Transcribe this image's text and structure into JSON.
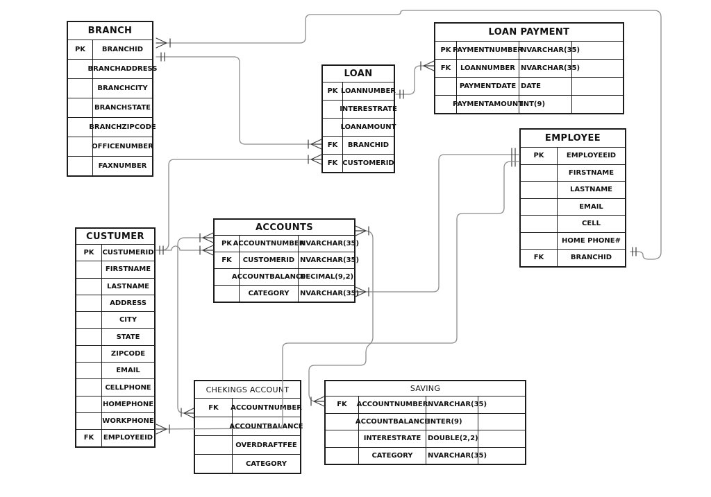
{
  "diagram": {
    "kind": "entity-relationship-diagram",
    "background": "#ffffff",
    "line_color": "#8c8c8c",
    "border_color": "#1b1b1b",
    "text_color": "#111111"
  },
  "tables": {
    "branch": {
      "title": "BRANCH",
      "rows": [
        {
          "key": "PK",
          "name": "BRANCHID"
        },
        {
          "key": "",
          "name": "BRANCHADDRESS"
        },
        {
          "key": "",
          "name": "BRANCHCITY"
        },
        {
          "key": "",
          "name": "BRANCHSTATE"
        },
        {
          "key": "",
          "name": "BRANCHZIPCODE"
        },
        {
          "key": "",
          "name": "OFFICENUMBER"
        },
        {
          "key": "",
          "name": "FAXNUMBER"
        }
      ]
    },
    "loan_payment": {
      "title": "LOAN PAYMENT",
      "rows": [
        {
          "key": "PK",
          "name": "PAYMENTNUMBER",
          "type": "NVARCHAR(35)"
        },
        {
          "key": "FK",
          "name": "LOANNUMBER",
          "type": "NVARCHAR(35)"
        },
        {
          "key": "",
          "name": "PAYMENTDATE",
          "type": "DATE"
        },
        {
          "key": "",
          "name": "PAYMENTAMOUNT",
          "type": "INT(9)"
        }
      ]
    },
    "loan": {
      "title": "LOAN",
      "rows": [
        {
          "key": "PK",
          "name": "LOANNUMBER"
        },
        {
          "key": "",
          "name": "INTERESTRATE"
        },
        {
          "key": "",
          "name": "LOANAMOUNT"
        },
        {
          "key": "FK",
          "name": "BRANCHID"
        },
        {
          "key": "FK",
          "name": "CUSTOMERID"
        }
      ]
    },
    "employee": {
      "title": "EMPLOYEE",
      "rows": [
        {
          "key": "PK",
          "name": "EMPLOYEEID"
        },
        {
          "key": "",
          "name": "FIRSTNAME"
        },
        {
          "key": "",
          "name": "LASTNAME"
        },
        {
          "key": "",
          "name": "EMAIL"
        },
        {
          "key": "",
          "name": "CELL"
        },
        {
          "key": "",
          "name": "HOME PHONE#"
        },
        {
          "key": "FK",
          "name": "BRANCHID"
        }
      ]
    },
    "custumer": {
      "title": "CUSTUMER",
      "rows": [
        {
          "key": "PK",
          "name": "CUSTUMERID"
        },
        {
          "key": "",
          "name": "FIRSTNAME"
        },
        {
          "key": "",
          "name": "LASTNAME"
        },
        {
          "key": "",
          "name": "ADDRESS"
        },
        {
          "key": "",
          "name": "CITY"
        },
        {
          "key": "",
          "name": "STATE"
        },
        {
          "key": "",
          "name": "ZIPCODE"
        },
        {
          "key": "",
          "name": "EMAIL"
        },
        {
          "key": "",
          "name": "CELLPHONE"
        },
        {
          "key": "",
          "name": "HOMEPHONE"
        },
        {
          "key": "",
          "name": "WORKPHONE"
        },
        {
          "key": "FK",
          "name": "EMPLOYEEID"
        }
      ]
    },
    "accounts": {
      "title": "ACCOUNTS",
      "rows": [
        {
          "key": "PK",
          "name": "ACCOUNTNUMBER",
          "type": "NVARCHAR(35)"
        },
        {
          "key": "FK",
          "name": "CUSTOMERID",
          "type": "NVARCHAR(35)"
        },
        {
          "key": "",
          "name": "ACCOUNTBALANCE",
          "type": "DECIMAL(9,2)"
        },
        {
          "key": "",
          "name": "CATEGORY",
          "type": "NVARCHAR(35)"
        }
      ]
    },
    "chekings_account": {
      "title": "CHEKINGS ACCOUNT",
      "rows": [
        {
          "key": "FK",
          "name": "ACCOUNTNUMBER"
        },
        {
          "key": "",
          "name": "ACCOUNTBALANCE"
        },
        {
          "key": "",
          "name": "OVERDRAFTFEE"
        },
        {
          "key": "",
          "name": "CATEGORY"
        }
      ]
    },
    "saving": {
      "title": "SAVING",
      "rows": [
        {
          "key": "FK",
          "name": "ACCOUNTNUMBER",
          "type": "NVARCHAR(35)"
        },
        {
          "key": "",
          "name": "ACCOUNTBALANCE",
          "type": "INTER(9)"
        },
        {
          "key": "",
          "name": "INTERESTRATE",
          "type": "DOUBLE(2,2)"
        },
        {
          "key": "",
          "name": "CATEGORY",
          "type": "NVARCHAR(35)"
        }
      ]
    }
  },
  "connections": [
    {
      "from": "BRANCH.BRANCHID",
      "to": "EMPLOYEE.BRANCHID",
      "from_end": "many",
      "to_end": "one"
    },
    {
      "from": "BRANCH.BRANCHID",
      "to": "LOAN.BRANCHID",
      "from_end": "one",
      "to_end": "many"
    },
    {
      "from": "LOAN.LOANNUMBER",
      "to": "LOAN PAYMENT.LOANNUMBER",
      "from_end": "one",
      "to_end": "many"
    },
    {
      "from": "CUSTUMER.CUSTUMERID",
      "to": "LOAN.CUSTOMERID",
      "from_end": "one",
      "to_end": "many"
    },
    {
      "from": "CUSTUMER.CUSTUMERID",
      "to": "ACCOUNTS.CUSTOMERID",
      "from_end": "one",
      "to_end": "many"
    },
    {
      "from": "ACCOUNTS.ACCOUNTNUMBER",
      "to": "CHEKINGS ACCOUNT.ACCOUNTNUMBER",
      "from_end": "many",
      "to_end": "many"
    },
    {
      "from": "ACCOUNTS.ACCOUNTNUMBER",
      "to": "SAVING.ACCOUNTNUMBER",
      "from_end": "many",
      "to_end": "many"
    },
    {
      "from": "ACCOUNTS.CATEGORY",
      "to": "EMPLOYEE.EMPLOYEEID",
      "from_end": "many",
      "to_end": "one"
    },
    {
      "from": "EMPLOYEE.EMPLOYEEID",
      "to": "CUSTUMER.EMPLOYEEID",
      "from_end": "one",
      "to_end": "many"
    }
  ]
}
